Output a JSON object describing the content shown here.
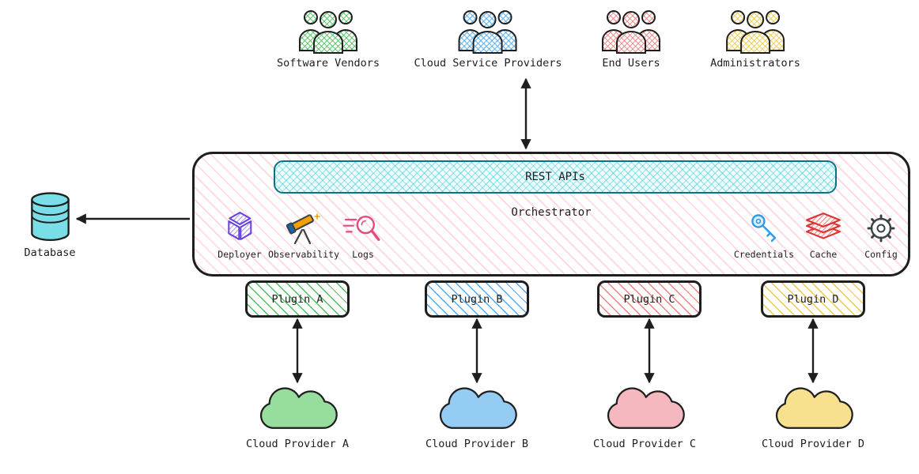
{
  "actors": [
    {
      "label": "Software Vendors",
      "icon": "people-icon",
      "color_key": "green"
    },
    {
      "label": "Cloud Service Providers",
      "icon": "people-icon",
      "color_key": "blue"
    },
    {
      "label": "End Users",
      "icon": "people-icon",
      "color_key": "pink"
    },
    {
      "label": "Administrators",
      "icon": "people-icon",
      "color_key": "yellow"
    }
  ],
  "orchestrator": {
    "title": "Orchestrator",
    "rest_apis": "REST APIs",
    "tools": [
      {
        "label": "Deployer",
        "icon": "terraform-icon"
      },
      {
        "label": "Observability",
        "icon": "telescope-icon"
      },
      {
        "label": "Logs",
        "icon": "logs-search-icon"
      },
      {
        "label": "Credentials",
        "icon": "key-icon"
      },
      {
        "label": "Cache",
        "icon": "layers-icon"
      },
      {
        "label": "Config",
        "icon": "gear-icon"
      }
    ]
  },
  "database": {
    "label": "Database",
    "icon": "database-icon"
  },
  "plugins": [
    {
      "label": "Plugin A",
      "color_key": "green"
    },
    {
      "label": "Plugin B",
      "color_key": "blue"
    },
    {
      "label": "Plugin C",
      "color_key": "red"
    },
    {
      "label": "Plugin D",
      "color_key": "yellow"
    }
  ],
  "cloud_providers": [
    {
      "label": "Cloud Provider A",
      "color_key": "green"
    },
    {
      "label": "Cloud Provider B",
      "color_key": "blue"
    },
    {
      "label": "Cloud Provider C",
      "color_key": "pink"
    },
    {
      "label": "Cloud Provider D",
      "color_key": "yellow"
    }
  ],
  "connections": [
    {
      "from": "Cloud Service Providers",
      "to": "Orchestrator",
      "bidirectional": true
    },
    {
      "from": "Orchestrator",
      "to": "Database",
      "bidirectional": false
    },
    {
      "from": "Plugin A",
      "to": "Cloud Provider A",
      "bidirectional": true
    },
    {
      "from": "Plugin B",
      "to": "Cloud Provider B",
      "bidirectional": true
    },
    {
      "from": "Plugin C",
      "to": "Cloud Provider C",
      "bidirectional": true
    },
    {
      "from": "Plugin D",
      "to": "Cloud Provider D",
      "bidirectional": true
    }
  ],
  "colors": {
    "ink": "#1e1e1e",
    "green_fill": "#97dd9d",
    "green_line": "#4cbf5e",
    "blue_fill": "#94ccf4",
    "blue_line": "#4dabf7",
    "pink_fill": "#f6b8bf",
    "pink_line": "#f08080",
    "yellow_fill": "#f7e08e",
    "yellow_line": "#edc949",
    "cyan_fill": "#7adee9",
    "rest_border": "#0b7285",
    "orch_hatch": "#ffd6dd",
    "violet": "#6741d9",
    "orange": "#f59f00",
    "magenta": "#e64980",
    "key_blue": "#2f9be8",
    "cache_red": "#e03131",
    "gear_gray": "#3a4149"
  }
}
